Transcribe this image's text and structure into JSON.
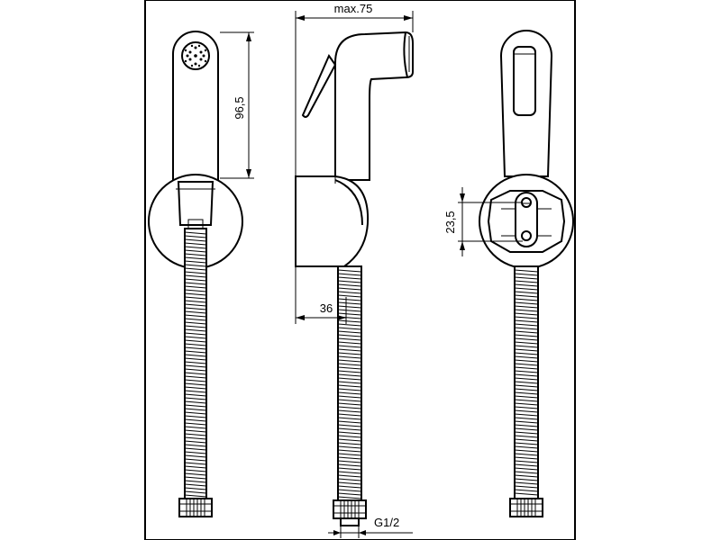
{
  "dimensions": {
    "width_max": "max.75",
    "head_length": "96,5",
    "holder_depth": "36",
    "hole_spacing": "23,5",
    "thread": "G1/2"
  },
  "colors": {
    "line": "#000000",
    "background": "#ffffff"
  }
}
